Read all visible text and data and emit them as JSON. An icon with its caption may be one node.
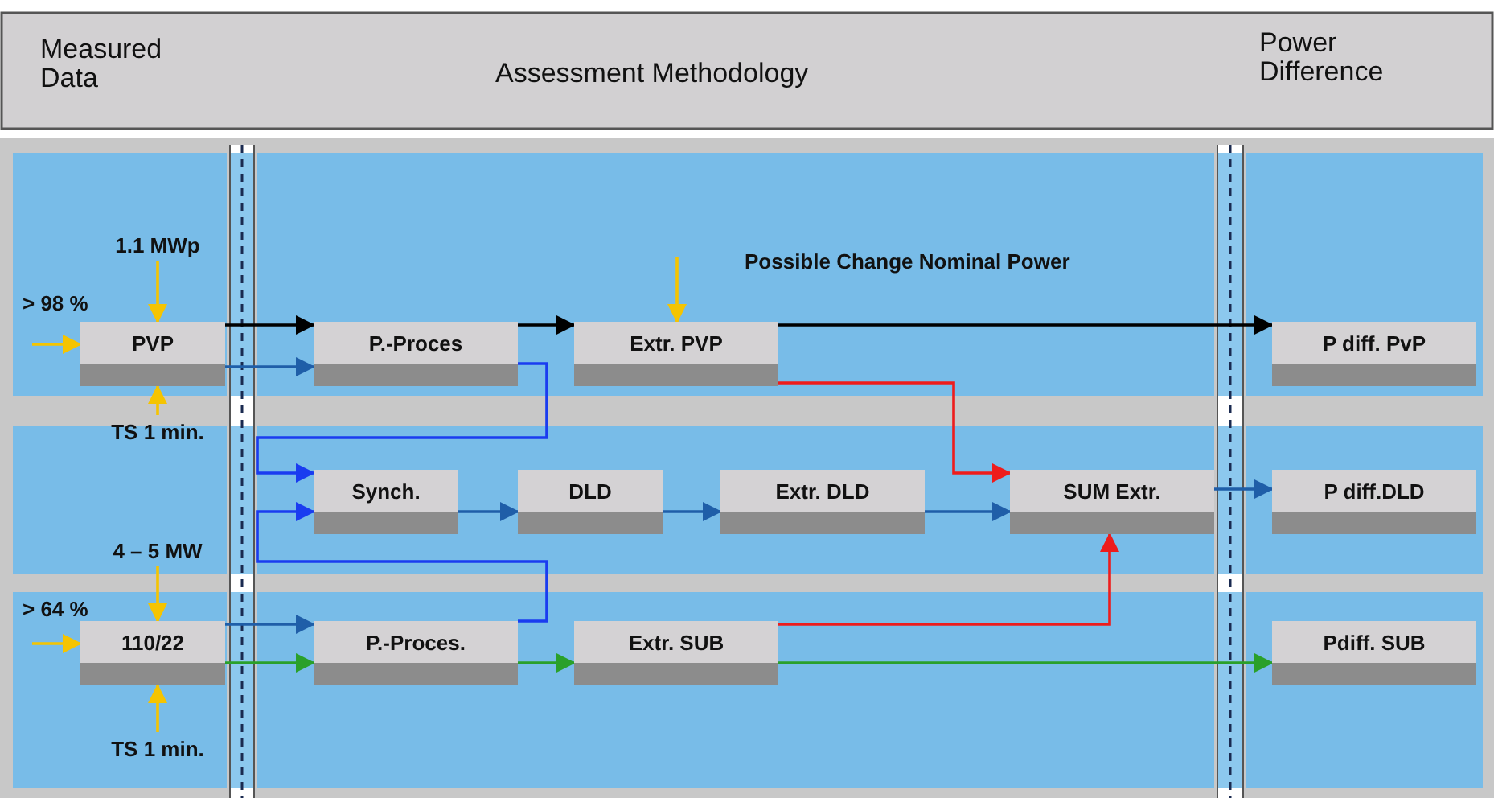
{
  "diagram": {
    "nodes": [
      {
        "text": [
          "PVP"
        ]
      },
      {
        "text": [
          "P.-Proces"
        ]
      },
      {
        "text": [
          "Extr. PVP"
        ]
      },
      {
        "text": [
          "P diff. PvP"
        ]
      },
      {
        "text": [
          "Synch."
        ]
      },
      {
        "text": [
          "DLD"
        ]
      },
      {
        "text": [
          "Extr. DLD"
        ]
      },
      {
        "text": [
          "SUM Extr."
        ]
      },
      {
        "text": [
          "P diff.DLD"
        ]
      },
      {
        "text": [
          "110/22"
        ]
      },
      {
        "text": [
          "P.-Proces."
        ]
      },
      {
        "text": [
          "Extr. SUB"
        ]
      },
      {
        "text": [
          "Pdiff. SUB"
        ]
      },
      {
        "text": [
          "1.1 MWp"
        ]
      },
      {
        "text": [
          "TS 1 min."
        ]
      },
      {
        "text": [
          "4 – 5 MW"
        ]
      },
      {
        "text": [
          "TS 1 min."
        ]
      }
    ],
    "edges": [
      {
        "from": 13,
        "to": 0,
        "arrow": "to",
        "color": "#f5c400"
      },
      {
        "from": null,
        "to": 0,
        "arrow": "to",
        "color": "#f5c400"
      },
      {
        "from": 14,
        "to": 0,
        "arrow": "to",
        "color": "#f5c400"
      },
      {
        "from": null,
        "to": 2,
        "arrow": "to",
        "color": "#f5c400"
      },
      {
        "from": 0,
        "to": 1,
        "arrow": "to",
        "color": "#000000"
      },
      {
        "from": 0,
        "to": 1,
        "arrow": "to",
        "color": "#1f5ea8"
      },
      {
        "from": 1,
        "to": 2,
        "arrow": "to",
        "color": "#000000"
      },
      {
        "from": 2,
        "to": 3,
        "arrow": "to",
        "color": "#000000"
      },
      {
        "from": 1,
        "to": 4,
        "arrow": "to",
        "color": "#1a3cf0"
      },
      {
        "from": 4,
        "to": 5,
        "arrow": "to",
        "color": "#1f5ea8"
      },
      {
        "from": 5,
        "to": 6,
        "arrow": "to",
        "color": "#1f5ea8"
      },
      {
        "from": 6,
        "to": 7,
        "arrow": "to",
        "color": "#1f5ea8"
      },
      {
        "from": 2,
        "to": 7,
        "arrow": "to",
        "color": "#ee1c1c"
      },
      {
        "from": 7,
        "to": 8,
        "arrow": "to",
        "color": "#1f5ea8"
      },
      {
        "from": 10,
        "to": 4,
        "arrow": "to",
        "color": "#1a3cf0"
      },
      {
        "from": 15,
        "to": 9,
        "arrow": "to",
        "color": "#f5c400"
      },
      {
        "from": null,
        "to": 9,
        "arrow": "to",
        "color": "#f5c400"
      },
      {
        "from": 16,
        "to": 9,
        "arrow": "to",
        "color": "#f5c400"
      },
      {
        "from": 9,
        "to": 10,
        "arrow": "to",
        "color": "#1f5ea8"
      },
      {
        "from": 9,
        "to": 10,
        "arrow": "to",
        "color": "#2aa02a"
      },
      {
        "from": 10,
        "to": 11,
        "arrow": "to",
        "color": "#2aa02a"
      },
      {
        "from": 11,
        "to": 12,
        "arrow": "to",
        "color": "#2aa02a"
      },
      {
        "from": 11,
        "to": 7,
        "arrow": "to",
        "color": "#ee1c1c"
      }
    ],
    "labels": [
      "Measured Data",
      "Assessment Methodology",
      "Power Difference",
      "> 98 %",
      "Possible Change Nominal Power",
      "> 64 %"
    ]
  }
}
